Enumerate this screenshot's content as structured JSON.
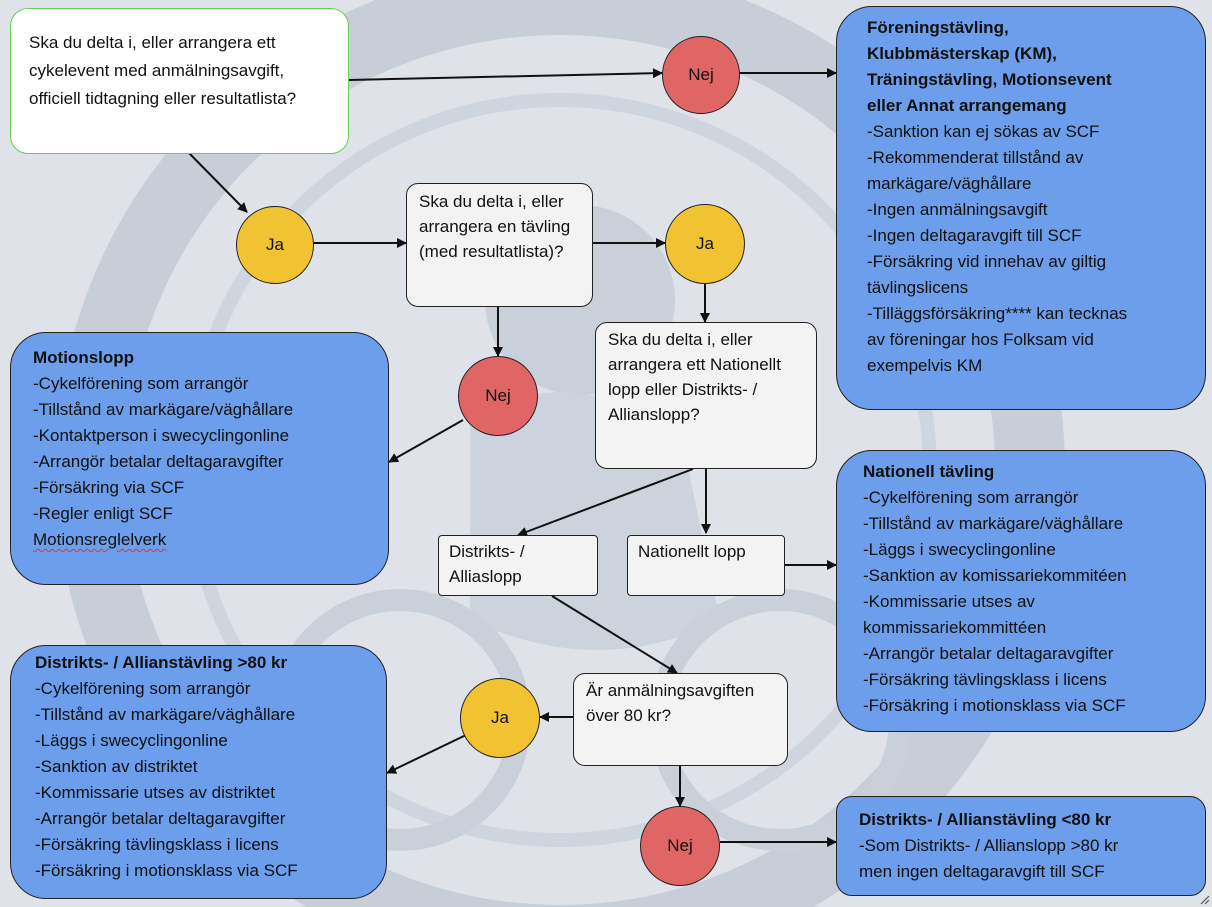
{
  "diagram": {
    "start_question": "Ska du delta i, eller arrangera ett cykelevent med anmälningsavgift, officiell tidtagning eller resultatlista?",
    "q_tavling": "Ska du delta i, eller arrangera en tävling (med resultatlista)?",
    "q_nationellt": "Ska du delta i, eller arrangera ett Nationellt lopp eller Distrikts- / Allianslopp?",
    "q_avgift": "Är anmälningsavgiften över 80 kr?",
    "opt_distrikt": "Distrikts- / Alliaslopp",
    "opt_nationellt": "Nationellt lopp",
    "yes_label": "Ja",
    "no_label": "Nej",
    "colors": {
      "info_box": "#6d9eeb",
      "yes_circle": "#f1c232",
      "no_circle": "#e06666",
      "question_box": "#f3f3f3",
      "start_border": "#66cc55"
    }
  },
  "boxes": {
    "forening": {
      "title_lines": [
        "Föreningstävling,",
        "Klubbmästerskap (KM),",
        "Träningstävling, Motionsevent",
        "eller Annat arrangemang"
      ],
      "lines": [
        "-Sanktion kan ej sökas av SCF",
        "-Rekommenderat tillstånd av",
        "markägare/väghållare",
        "-Ingen anmälningsavgift",
        "-Ingen deltagaravgift till SCF",
        "-Försäkring vid innehav av giltig",
        "tävlingslicens",
        "-Tilläggsförsäkring**** kan tecknas",
        "av föreningar hos Folksam vid",
        "exempelvis KM"
      ]
    },
    "motionslopp": {
      "title": "Motionslopp",
      "lines": [
        "-Cykelförening som arrangör",
        "-Tillstånd av markägare/väghållare",
        "-Kontaktperson i swecyclingonline",
        "-Arrangör betalar deltagaravgifter",
        "-Försäkring via SCF",
        "-Regler enligt SCF",
        "Motionsreglelverk"
      ]
    },
    "nationell": {
      "title": "Nationell tävling",
      "lines": [
        "-Cykelförening som arrangör",
        "-Tillstånd av markägare/väghållare",
        "-Läggs i swecyclingonline",
        "-Sanktion av komissariekommitéen",
        "-Kommissarie utses av",
        "kommissariekommittéen",
        "-Arrangör betalar deltagaravgifter",
        "-Försäkring tävlingsklass i licens",
        "-Försäkring i motionsklass via SCF"
      ]
    },
    "distrikt_over": {
      "title": "Distrikts- / Allianstävling >80 kr",
      "lines": [
        "-Cykelförening som arrangör",
        "-Tillstånd av markägare/väghållare",
        "-Läggs i swecyclingonline",
        "-Sanktion av distriktet",
        "-Kommissarie utses av distriktet",
        "-Arrangör betalar deltagaravgifter",
        "-Försäkring tävlingsklass i licens",
        "-Försäkring i motionsklass via SCF"
      ]
    },
    "distrikt_under": {
      "title": "Distrikts- / Allianstävling <80 kr",
      "lines": [
        "-Som Distrikts- / Allianslopp >80 kr",
        "men ingen deltagaravgift till SCF"
      ]
    }
  }
}
